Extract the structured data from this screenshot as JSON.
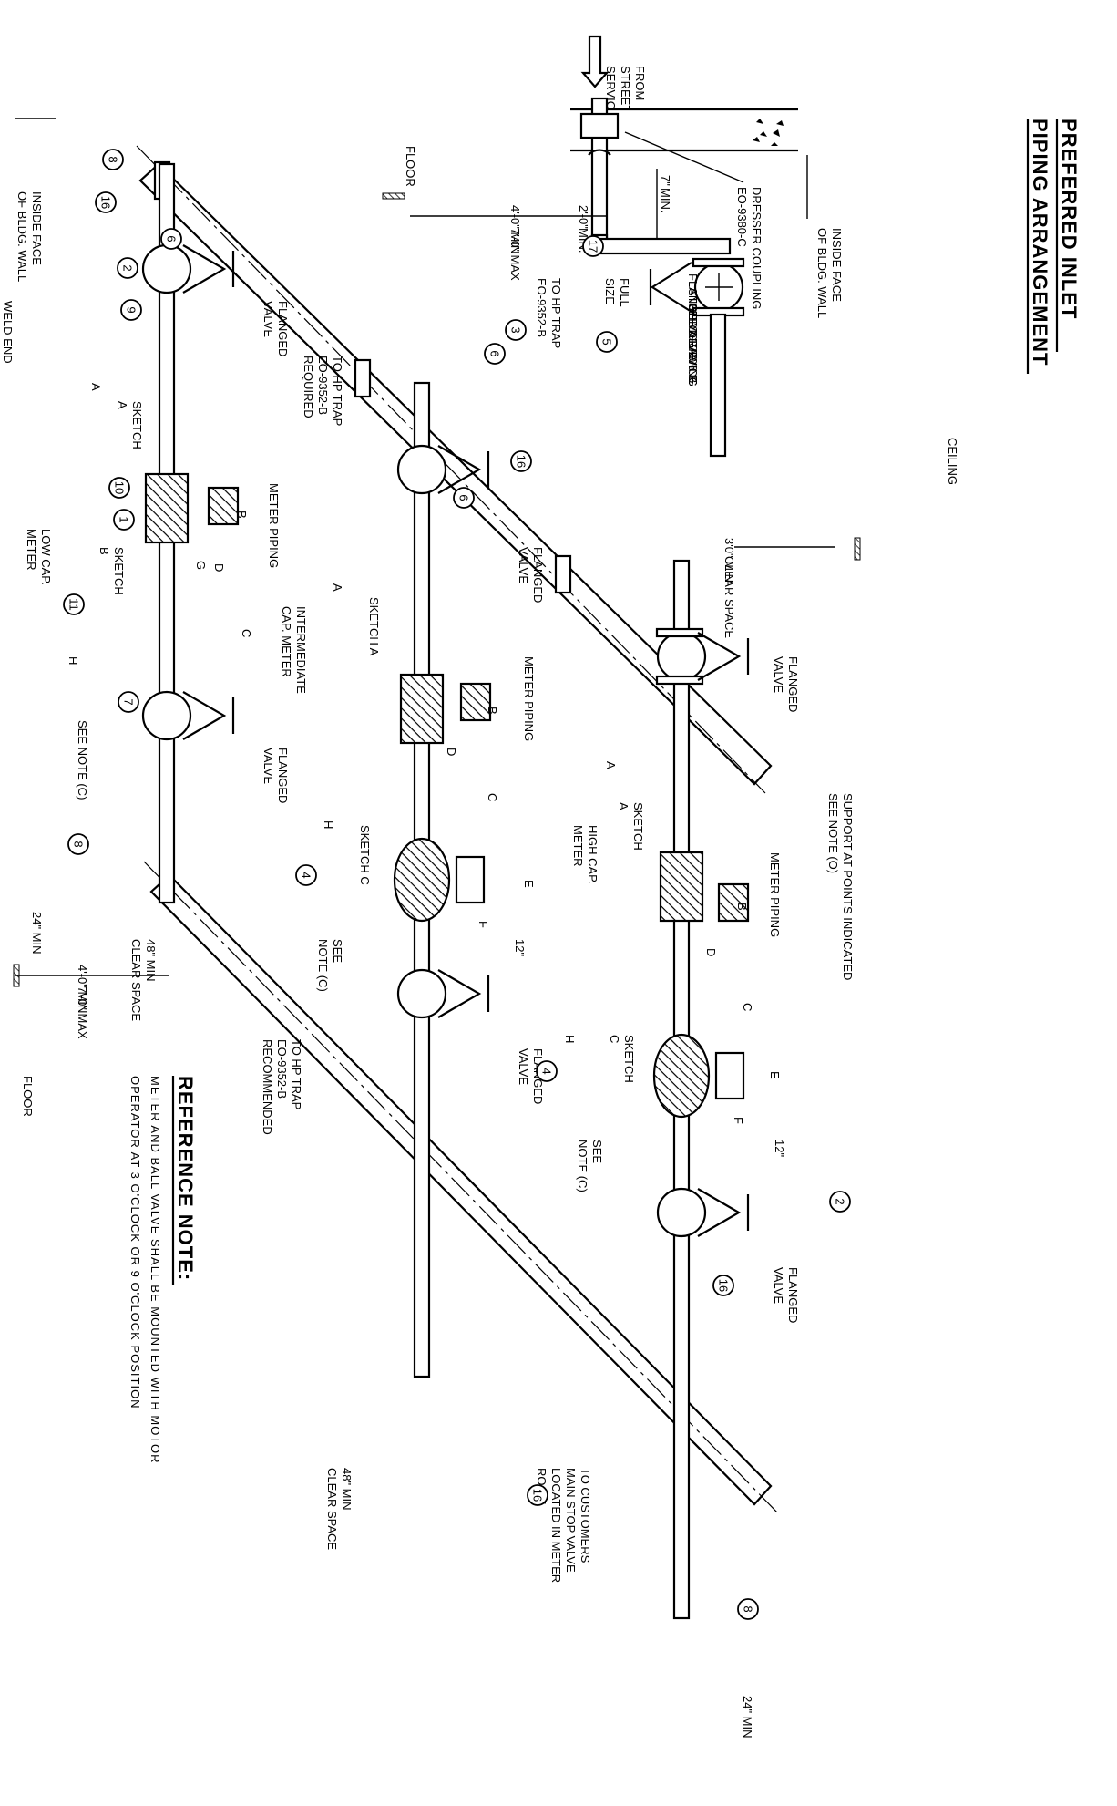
{
  "title": {
    "line1": "PREFERRED INLET",
    "line2": "PIPING ARRANGEMENT"
  },
  "reference_note": {
    "heading": "REFERENCE NOTE:",
    "line1": "METER AND BALL VALVE SHALL BE MOUNTED WITH MOTOR",
    "line2": "OPERATOR AT 3 O'CLOCK OR 9 O'CLOCK POSITION"
  },
  "inlet": {
    "from_street": [
      "FROM",
      "STREET",
      "SERVICE"
    ],
    "inside_face": [
      "INSIDE FACE",
      "OF BLDG. WALL"
    ],
    "dresser": [
      "DRESSER COUPLING",
      "EO-9380-C"
    ],
    "min7": "7\"",
    "min7b": "MIN.",
    "dim_4_0_min": "4'-0\" MIN",
    "dim_7_0_max": "7'-0\" MAX",
    "dim_2_0": "2'-0\"",
    "dim_2_0_min": "MIN.",
    "floor": "FLOOR",
    "to_hp_trap": [
      "TO HP TRAP",
      "EO-9352-B"
    ],
    "full_size": [
      "FULL",
      "SIZE"
    ],
    "service_valve": [
      "FLANGED SERVICE",
      "STOP VALVE",
      "SEE DRAWING",
      "EO-10296-B"
    ],
    "ceiling": "CEILING"
  },
  "left_run": {
    "inside_face": [
      "INSIDE FACE",
      "OF BLDG. WALL"
    ],
    "weld_end": "WELD END",
    "flanged_valve": [
      "FLANGED",
      "VALVE"
    ],
    "dim_a": "A",
    "sketch_a": [
      "SKETCH",
      "A"
    ],
    "meter_piping": "METER PIPING",
    "low_cap": [
      "LOW CAP.",
      "METER"
    ],
    "dim_b": "B",
    "dim_c": "C",
    "dim_d": "D",
    "dim_g": "G",
    "dim_h": "H",
    "sketch_b": [
      "SKETCH",
      "B"
    ],
    "see_note_c": "SEE NOTE (C)",
    "dim_24_min": "24\" MIN",
    "dim_4_0_min": "4'-0\" MIN",
    "dim_7_0_max": "7'-0\" MAX",
    "floor": "FLOOR",
    "clear_48": [
      "48\" MIN",
      "CLEAR SPACE"
    ]
  },
  "middle_run": {
    "to_hp_trap_req": [
      "TO HP TRAP",
      "EO-9352-B",
      "REQUIRED"
    ],
    "flanged_valve": [
      "FLANGED",
      "VALVE"
    ],
    "dim_a": "A",
    "sketch_a": "SKETCH A",
    "intermediate": [
      "INTERMEDIATE",
      "CAP. METER"
    ],
    "meter_piping": "METER PIPING",
    "dim_b": "B",
    "dim_c": "C",
    "dim_d": "D",
    "dim_e": "E",
    "dim_f": "F",
    "dim_h": "H",
    "dim_12": "12\"",
    "sketch_c": "SKETCH C",
    "see_note_c": [
      "SEE",
      "NOTE (C)"
    ],
    "flanged_valve2": [
      "FLANGED",
      "VALVE"
    ],
    "to_hp_trap_rec": [
      "TO HP TRAP",
      "EO-9352-B",
      "RECOMMENDED"
    ],
    "clear_48": [
      "48\" MIN",
      "CLEAR SPACE"
    ]
  },
  "right_run": {
    "clear_3_0": "3'0\" MIN",
    "clear_space": "CLEAR SPACE",
    "flanged_valve": [
      "FLANGED",
      "VALVE"
    ],
    "support": [
      "SUPPORT AT POINTS INDICATED",
      "SEE NOTE (O)"
    ],
    "dim_a": "A",
    "sketch_a": [
      "SKETCH",
      "A"
    ],
    "high_cap": [
      "HIGH CAP.",
      "METER"
    ],
    "meter_piping": "METER PIPING",
    "dim_b": "B",
    "dim_c": "C",
    "dim_d": "D",
    "dim_e": "E",
    "dim_f": "F",
    "dim_h": "H",
    "dim_12": "12\"",
    "sketch_c": [
      "SKETCH",
      "C"
    ],
    "see_note_c": [
      "SEE",
      "NOTE (C)"
    ],
    "flanged_valve2": [
      "FLANGED",
      "VALVE"
    ],
    "to_customers": [
      "TO CUSTOMERS",
      "MAIN STOP VALVE",
      "LOCATED IN METER",
      "ROOM"
    ],
    "dim_24_min": "24\" MIN"
  },
  "bubbles": [
    "1",
    "2",
    "3",
    "4",
    "5",
    "6",
    "7",
    "8",
    "9",
    "10",
    "11",
    "16",
    "17"
  ]
}
